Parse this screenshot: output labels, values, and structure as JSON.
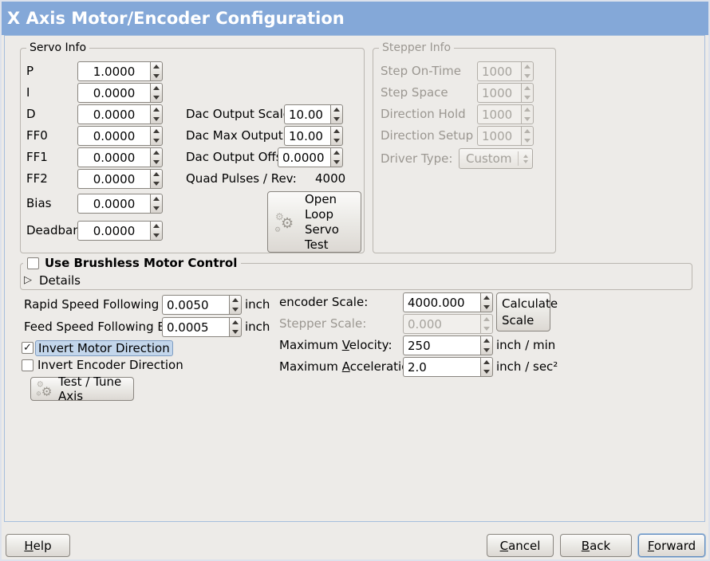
{
  "window": {
    "title": "X Axis Motor/Encoder Configuration"
  },
  "colors": {
    "titlebar_blue": "#84a8d8",
    "content_border_blue": "#a6bedd",
    "focus_highlight_blue": "#c3d6eb",
    "background_gray": "#edebe8"
  },
  "icons": {
    "gears": "⚙",
    "check": "✓",
    "expander_collapsed": "▷"
  },
  "servo_info": {
    "legend": "Servo Info",
    "params": [
      {
        "label": "P",
        "value": "1.0000"
      },
      {
        "label": "I",
        "value": "0.0000"
      },
      {
        "label": "D",
        "value": "0.0000"
      },
      {
        "label": "FF0",
        "value": "0.0000"
      },
      {
        "label": "FF1",
        "value": "0.0000"
      },
      {
        "label": "FF2",
        "value": "0.0000"
      },
      {
        "label": "Bias",
        "value": "0.0000"
      },
      {
        "label": "Deadband",
        "value": "0.0000"
      }
    ],
    "dac_rows": [
      {
        "label": "Dac Output Scale:",
        "value": "10.00"
      },
      {
        "label": "Dac Max Output:",
        "value": "10.00"
      },
      {
        "label": "Dac Output Offset:",
        "value": "0.0000"
      }
    ],
    "quad_pulses": {
      "label": "Quad Pulses / Rev:",
      "value": "4000"
    },
    "open_loop_test_button": "Open\nLoop\nServo\nTest"
  },
  "stepper_info": {
    "legend": "Stepper Info",
    "enabled": false,
    "rows": [
      {
        "label": "Step On-Time",
        "value": "1000"
      },
      {
        "label": "Step Space",
        "value": "1000"
      },
      {
        "label": "Direction Hold",
        "value": "1000"
      },
      {
        "label": "Direction Setup",
        "value": "1000"
      }
    ],
    "driver_type": {
      "label": "Driver Type:",
      "value": "Custom"
    }
  },
  "brushless": {
    "checkbox_label": "Use Brushless Motor Control",
    "checked": false,
    "details_label": "Details",
    "expanded": false
  },
  "following_error": {
    "rapid": {
      "label": "Rapid Speed Following Error:",
      "value": "0.0050",
      "unit": "inch"
    },
    "feed": {
      "label": "Feed Speed Following Error:",
      "value": "0.0005",
      "unit": "inch"
    }
  },
  "direction": {
    "invert_motor": {
      "label": "Invert Motor Direction",
      "checked": true
    },
    "invert_encoder": {
      "label": "Invert Encoder Direction",
      "checked": false
    }
  },
  "test_tune_button": "Test / Tune Axis",
  "scale": {
    "encoder": {
      "label": "encoder Scale:",
      "value": "4000.000"
    },
    "calculate_button": "Calculate\nScale",
    "stepper": {
      "label": "Stepper Scale:",
      "value": "0.000",
      "enabled": false
    },
    "max_velocity": {
      "label": "Maximum Velocity:",
      "value": "250",
      "unit": "inch / min"
    },
    "max_acceleration": {
      "label": "Maximum Acceleration:",
      "value": "2.0",
      "unit": "inch / sec²"
    }
  },
  "footer": {
    "help": "Help",
    "cancel": "Cancel",
    "back": "Back",
    "forward": "Forward"
  }
}
